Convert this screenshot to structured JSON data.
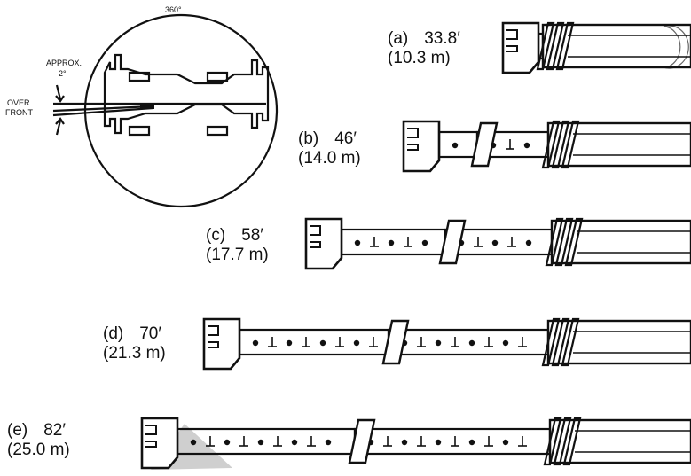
{
  "circle_diagram": {
    "angle_label": "360°",
    "approx_label": "APPROX.",
    "approx_value": "2°",
    "over_label": "OVER",
    "front_label": "FRONT"
  },
  "booms": [
    {
      "letter": "(a)",
      "length_ft": "33.8′",
      "length_m": "(10.3 m)"
    },
    {
      "letter": "(b)",
      "length_ft": "46′",
      "length_m": "(14.0 m)"
    },
    {
      "letter": "(c)",
      "length_ft": "58′",
      "length_m": "(17.7 m)"
    },
    {
      "letter": "(d)",
      "length_ft": "70′",
      "length_m": "(21.3 m)"
    },
    {
      "letter": "(e)",
      "length_ft": "82′",
      "length_m": "(25.0 m)"
    }
  ],
  "colors": {
    "ink": "#111111",
    "paper": "#ffffff",
    "shadow": "#cfcfcf"
  }
}
